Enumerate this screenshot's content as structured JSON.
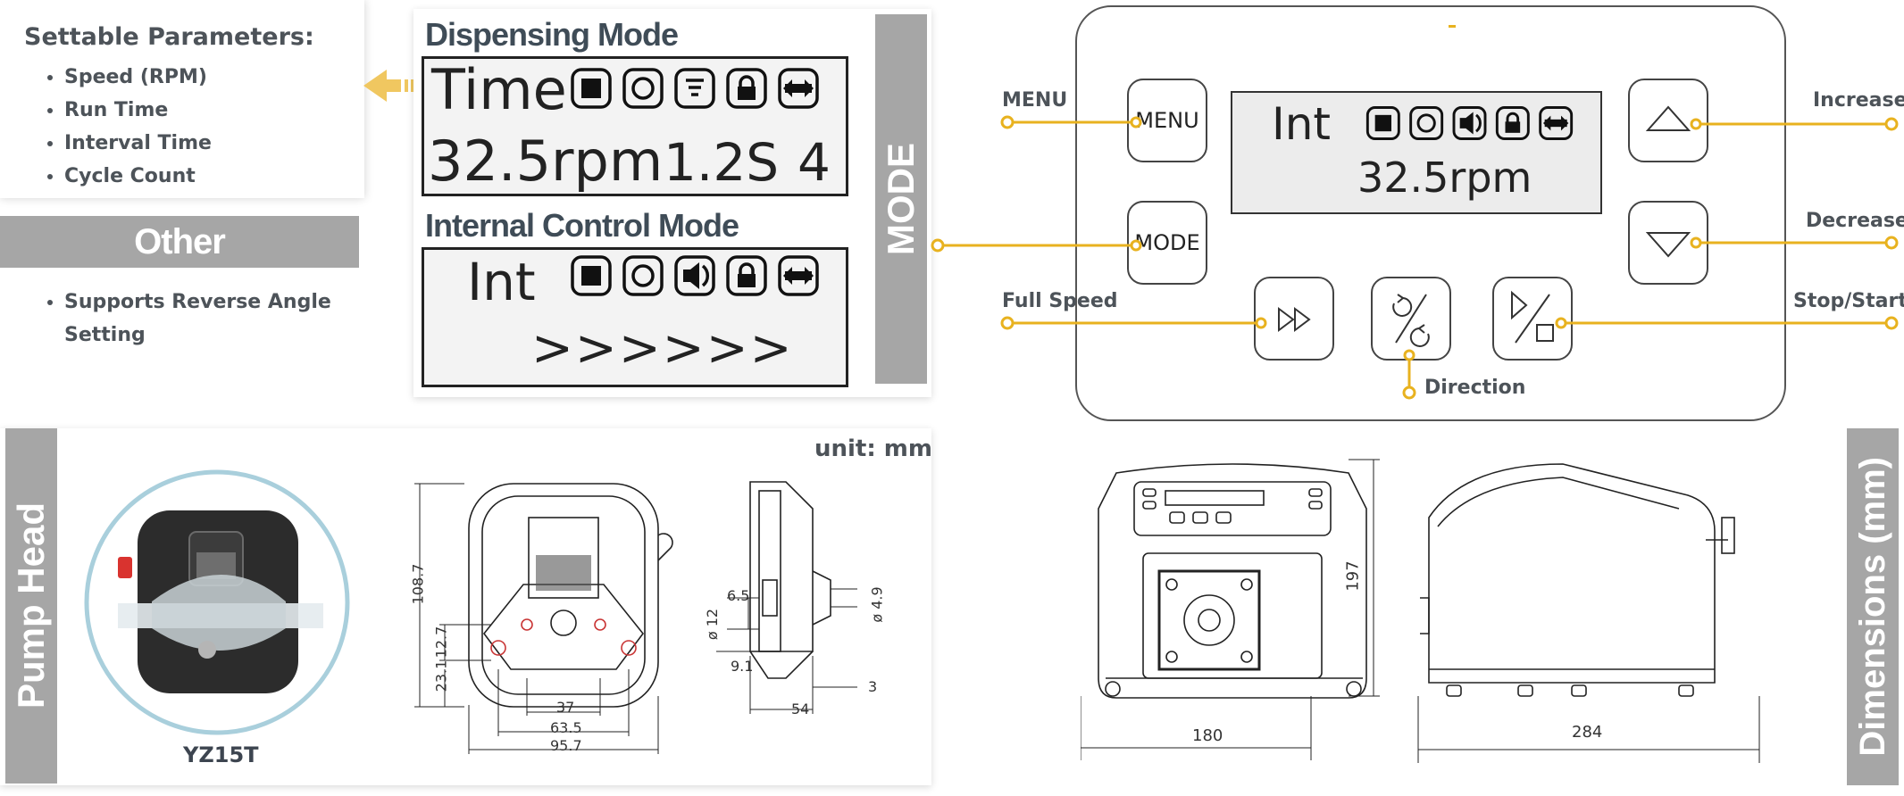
{
  "params": {
    "title": "Settable Parameters:",
    "items": [
      "Speed (RPM)",
      "Run Time",
      "Interval Time",
      "Cycle Count"
    ]
  },
  "other": {
    "heading": "Other",
    "items": [
      "Supports Reverse Angle Setting"
    ]
  },
  "modes": {
    "dispensing": {
      "title": "Dispensing Mode",
      "line1": "Time",
      "line2": [
        "32.5rpm",
        "1.2S",
        "4"
      ]
    },
    "internal": {
      "title": "Internal Control Mode",
      "line1": "Int",
      "line2": ">>>>>>"
    },
    "band_label": "MODE"
  },
  "control_panel": {
    "buttons": {
      "menu": "MENU",
      "mode": "MODE"
    },
    "lcd": {
      "line1": "Int",
      "line2": "32.5rpm"
    },
    "callouts": {
      "menu": "MENU",
      "increase": "Increase",
      "decrease": "Decrease",
      "full_speed": "Full Speed",
      "stop_start": "Stop/Start",
      "direction": "Direction"
    }
  },
  "pump_head": {
    "band_label": "Pump Head",
    "model": "YZ15T",
    "unit": "unit: mm",
    "front_dims": [
      "108.7",
      "12.7",
      "23.1",
      "37",
      "63.5",
      "95.7"
    ],
    "side_dims": [
      "6.5",
      "ø 12",
      "9.1",
      "54",
      "ø 4.9",
      "3"
    ]
  },
  "dimensions": {
    "band_label": "Dimensions (mm)",
    "height": "197",
    "width": "180",
    "depth": "284"
  },
  "colors": {
    "accent": "#e8b21f",
    "band_grey": "#a6a6a6",
    "text_dark": "#4d5359",
    "head_circle": "#a9cfdc"
  }
}
